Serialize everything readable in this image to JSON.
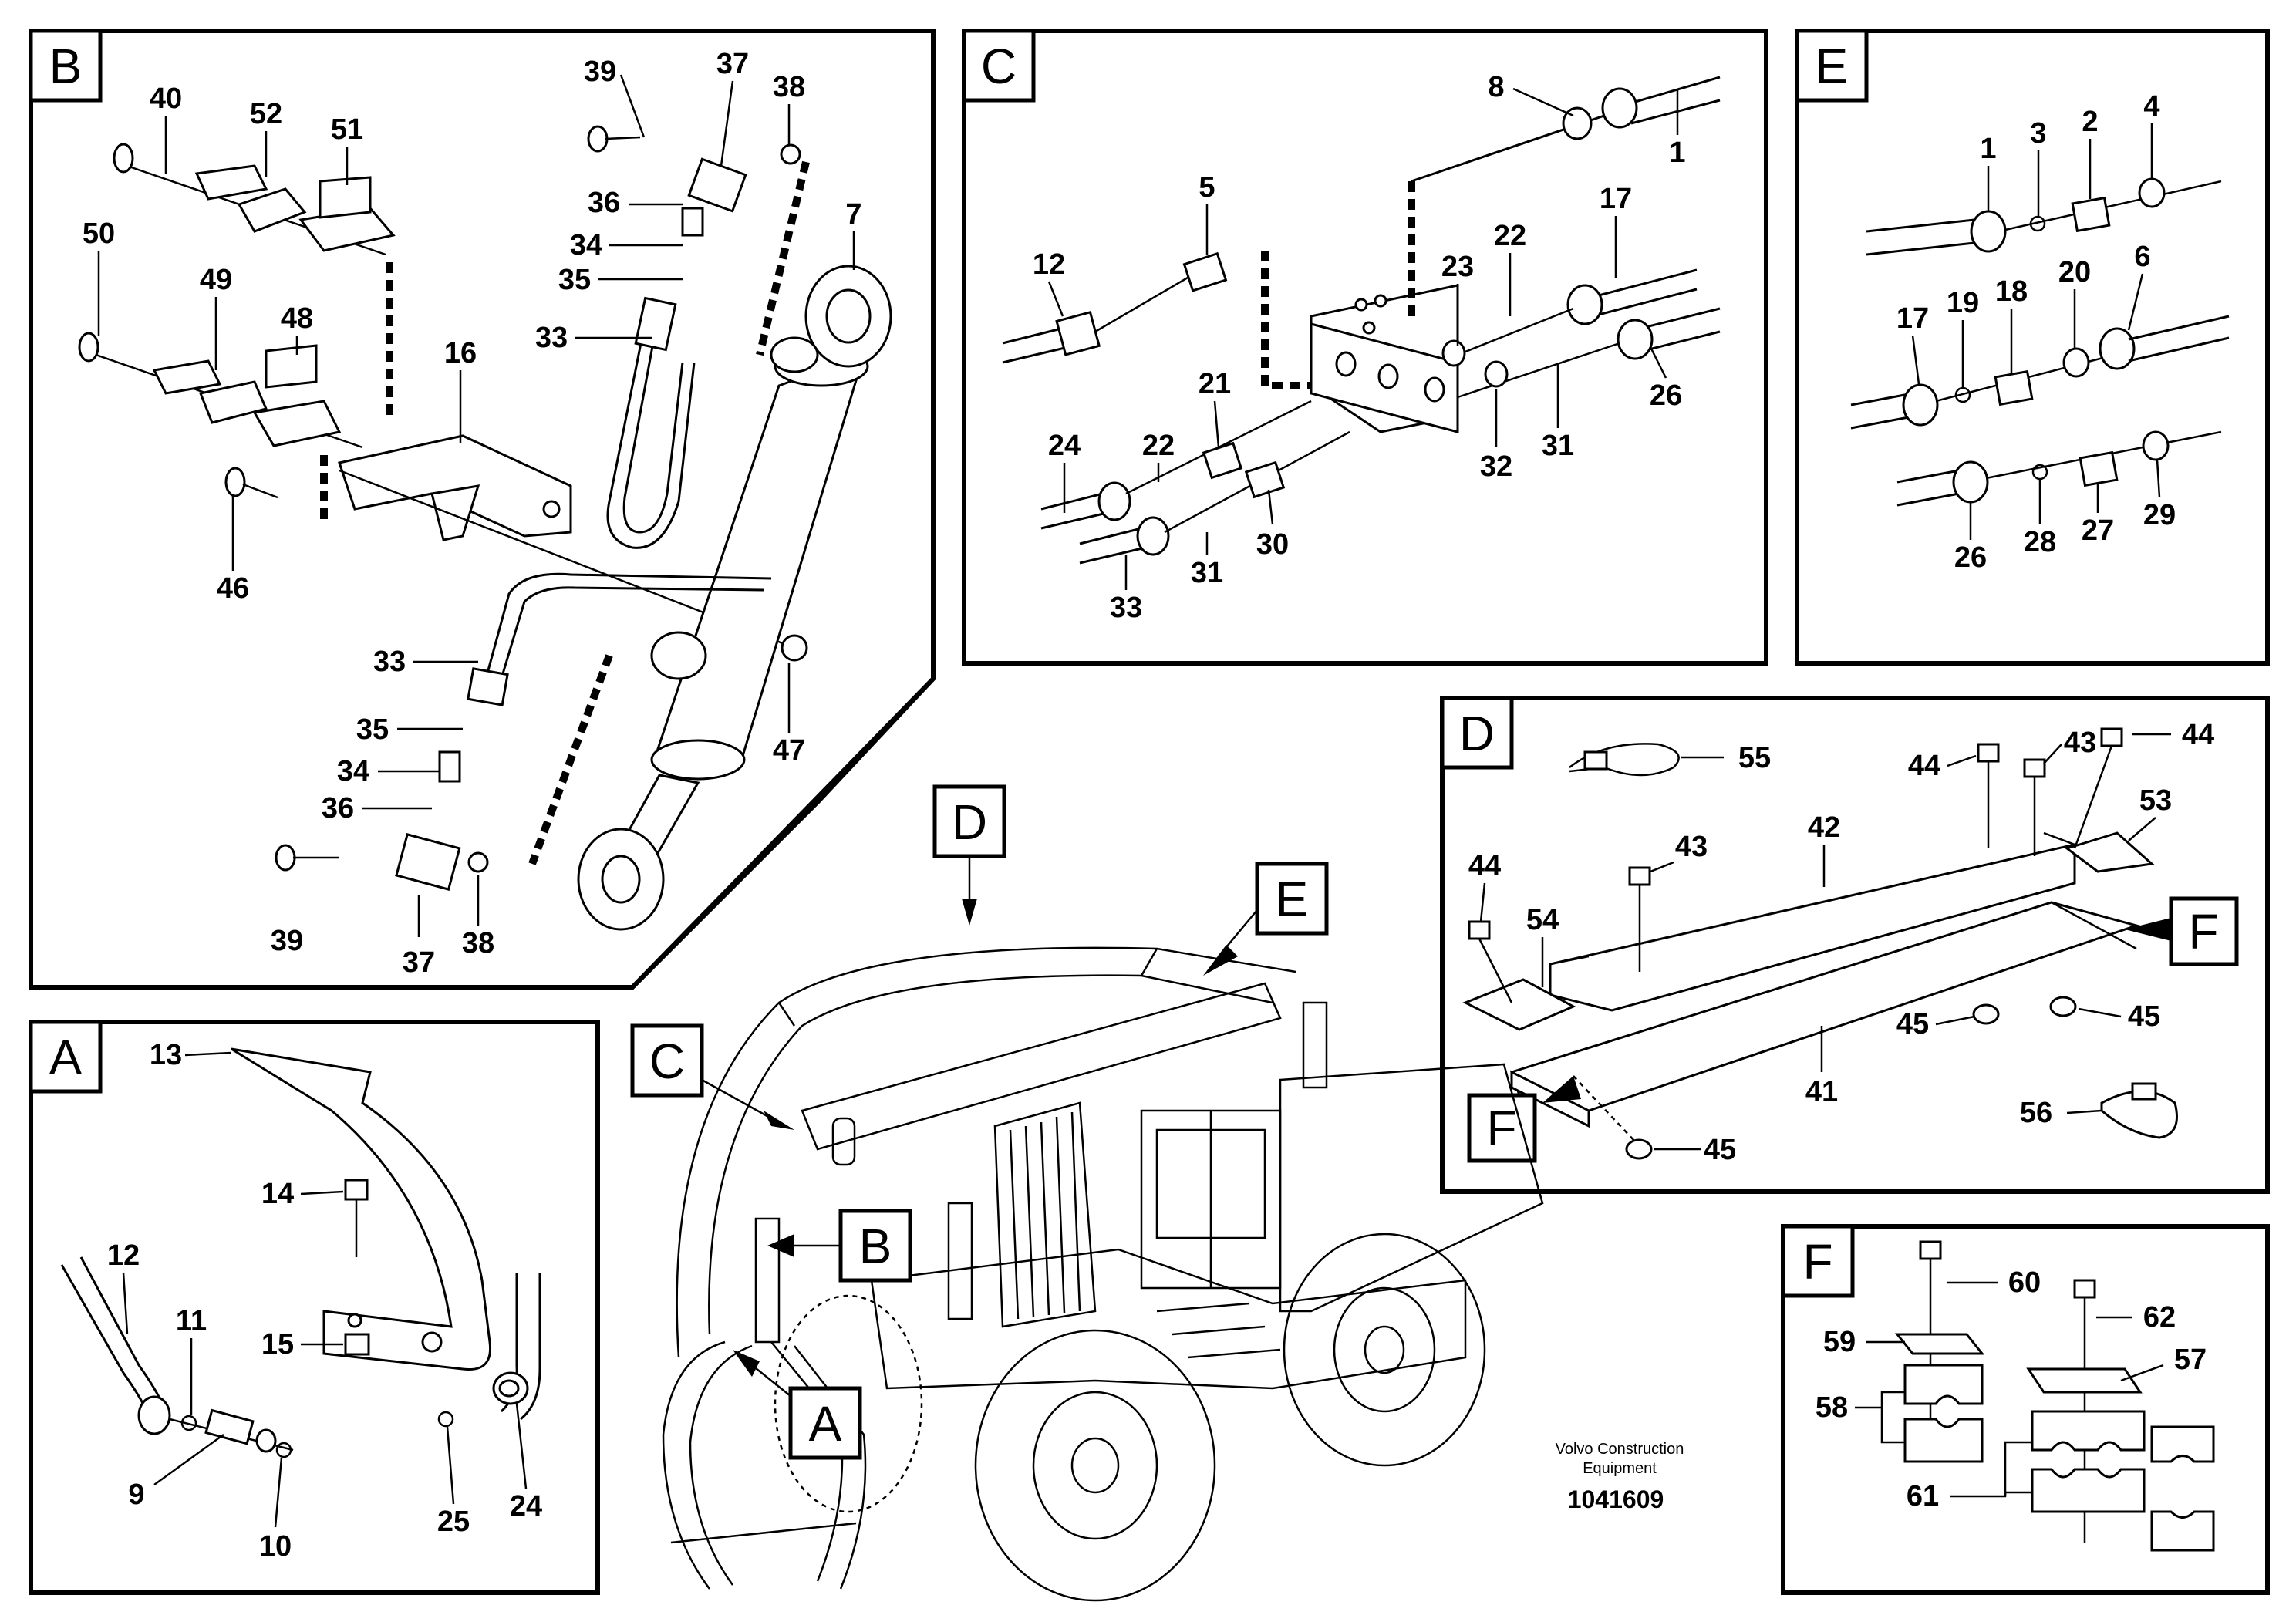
{
  "panels": {
    "A": "A",
    "B": "B",
    "C": "C",
    "D": "D",
    "E": "E",
    "F": "F"
  },
  "callouts": {
    "A": "A",
    "B": "B",
    "C": "C",
    "D": "D",
    "E": "E"
  },
  "detail_F_marks": [
    "F",
    "F"
  ],
  "part_numbers": {
    "B": [
      "40",
      "52",
      "51",
      "50",
      "49",
      "48",
      "16",
      "46",
      "39",
      "37",
      "38",
      "36",
      "34",
      "35",
      "33",
      "7",
      "33",
      "35",
      "34",
      "36",
      "39",
      "37",
      "38",
      "47"
    ],
    "C": [
      "8",
      "1",
      "5",
      "12",
      "17",
      "22",
      "23",
      "26",
      "21",
      "22",
      "24",
      "32",
      "31",
      "30",
      "31",
      "33"
    ],
    "E": [
      "1",
      "3",
      "2",
      "4",
      "17",
      "19",
      "18",
      "20",
      "6",
      "26",
      "28",
      "27",
      "29"
    ],
    "D": [
      "55",
      "44",
      "43",
      "44",
      "53",
      "42",
      "43",
      "44",
      "54",
      "45",
      "45",
      "41",
      "45",
      "56"
    ],
    "A": [
      "13",
      "14",
      "12",
      "11",
      "15",
      "9",
      "10",
      "25",
      "24"
    ],
    "F": [
      "60",
      "62",
      "59",
      "57",
      "58",
      "61"
    ]
  },
  "footer": {
    "company_line1": "Volvo Construction",
    "company_line2": "Equipment",
    "drawing_number": "1041609"
  }
}
